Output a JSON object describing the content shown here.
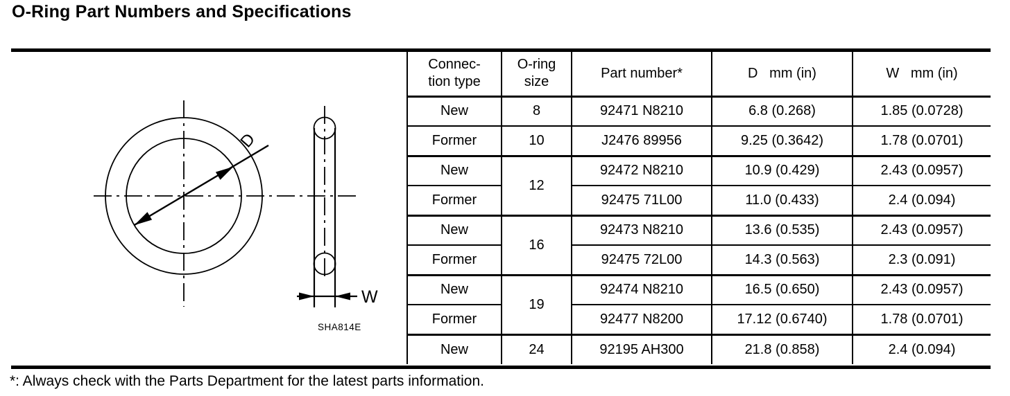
{
  "page": {
    "title": "O-Ring Part Numbers and Specifications",
    "footnote": "*: Always check with the Parts Department for the latest parts information."
  },
  "diagram": {
    "d_label": "D",
    "w_label": "W",
    "figure_code": "SHA814E"
  },
  "table": {
    "headers": [
      "Connec-\ntion type",
      "O-ring\nsize",
      "Part number*",
      "D   mm (in)",
      "W   mm (in)"
    ],
    "rows": [
      {
        "type": "New",
        "size": "8",
        "part": "92471 N8210",
        "d": "6.8 (0.268)",
        "w": "1.85 (0.0728)"
      },
      {
        "type": "Former",
        "size": "10",
        "part": "J2476 89956",
        "d": "9.25 (0.3642)",
        "w": "1.78 (0.0701)"
      },
      {
        "type": "New",
        "size": "12",
        "part": "92472 N8210",
        "d": "10.9 (0.429)",
        "w": "2.43 (0.0957)"
      },
      {
        "type": "Former",
        "part": "92475 71L00",
        "d": "11.0 (0.433)",
        "w": "2.4 (0.094)"
      },
      {
        "type": "New",
        "size": "16",
        "part": "92473 N8210",
        "d": "13.6 (0.535)",
        "w": "2.43 (0.0957)"
      },
      {
        "type": "Former",
        "part": "92475 72L00",
        "d": "14.3 (0.563)",
        "w": "2.3 (0.091)"
      },
      {
        "type": "New",
        "size": "19",
        "part": "92474 N8210",
        "d": "16.5 (0.650)",
        "w": "2.43 (0.0957)"
      },
      {
        "type": "Former",
        "part": "92477 N8200",
        "d": "17.12 (0.6740)",
        "w": "1.78 (0.0701)"
      },
      {
        "type": "New",
        "size": "24",
        "part": "92195 AH300",
        "d": "21.8 (0.858)",
        "w": "2.4 (0.094)"
      }
    ]
  }
}
